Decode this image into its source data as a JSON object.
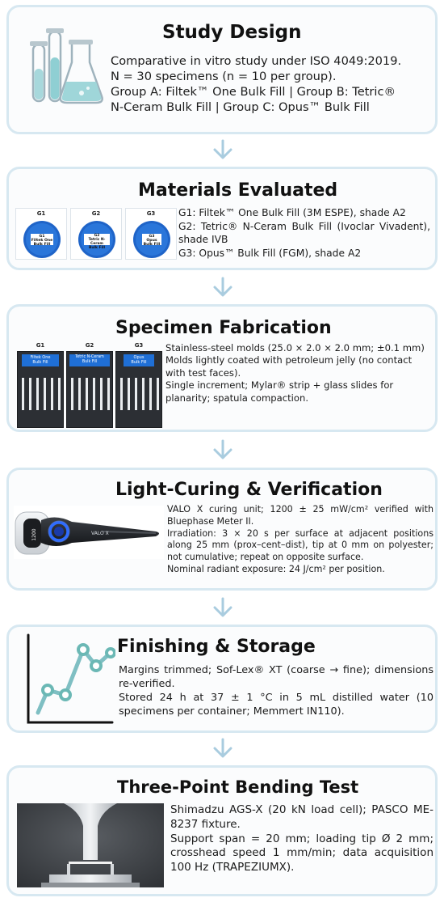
{
  "colors": {
    "panel_border": "#d7e8f1",
    "arrow": "#a9ccdf",
    "icon_teal": "#7fbfc3",
    "chart_teal": "#6bb8b5",
    "jar_blue": "#1f64c8"
  },
  "study_design": {
    "title": "Study Design",
    "icon": "test-tubes-and-flask-icon",
    "lines": [
      "Comparative in vitro study under ISO 4049:2019.",
      "N = 30 specimens (n = 10 per group).",
      "Group A: Filtek™ One Bulk Fill | Group B: Tetric®",
      "N-Ceram Bulk Fill | Group C: Opus™ Bulk Fill"
    ]
  },
  "materials": {
    "title": "Materials Evaluated",
    "jars": [
      {
        "tag": "G1",
        "label_line1": "G1",
        "label_line2": "Filtek One",
        "label_line3": "Bulk Fill"
      },
      {
        "tag": "G2",
        "label_line1": "G2",
        "label_line2": "Tetric N-Ceram",
        "label_line3": "Bulk Fill"
      },
      {
        "tag": "G3",
        "label_line1": "G3",
        "label_line2": "Opus",
        "label_line3": "Bulk Fill"
      }
    ],
    "lines": [
      "G1: Filtek™ One Bulk Fill (3M ESPE), shade A2",
      "G2: Tetric® N-Ceram Bulk Fill (Ivoclar Vivadent), shade IVB",
      "G3: Opus™ Bulk Fill (FGM), shade A2"
    ]
  },
  "fabrication": {
    "title": "Specimen Fabrication",
    "molds": [
      {
        "tag": "G1",
        "label_line1": "Filtek One",
        "label_line2": "Bulk Fill"
      },
      {
        "tag": "G2",
        "label_line1": "Tetric N-Ceram",
        "label_line2": "Bulk Fill"
      },
      {
        "tag": "G3",
        "label_line1": "Opus",
        "label_line2": "Bulk Fill"
      }
    ],
    "lines": [
      "Stainless-steel molds (25.0 × 2.0 × 2.0 mm; ±0.1 mm)",
      "Molds lightly coated with petroleum jelly (no contact with test faces).",
      "Single increment; Mylar® strip + glass slides for planarity; spatula compaction."
    ]
  },
  "curing": {
    "title": "Light-Curing & Verification",
    "device_label": "VALO X",
    "lines": [
      "VALO X curing unit; 1200 ± 25 mW/cm² verified with Bluephase Meter II.",
      "Irradiation: 3 × 20 s per surface at adjacent positions along 25 mm (prox–cent–dist), tip at 0 mm on polyester; not cumulative; repeat on opposite surface.",
      "Nominal radiant exposure: 24 J/cm² per position."
    ]
  },
  "finishing": {
    "title": "Finishing & Storage",
    "icon": "line-chart-icon",
    "lines": [
      "Margins trimmed; Sof-Lex® XT (coarse → fine); dimensions re-verified.",
      "Stored 24 h at 37 ± 1 °C in 5 mL distilled water (10 specimens per container; Memmert IN110)."
    ]
  },
  "bending": {
    "title": "Three-Point Bending Test",
    "lines": [
      "Shimadzu AGS-X (20 kN load cell); PASCO ME-8237 fixture.",
      "Support span = 20 mm; loading tip Ø 2 mm; crosshead speed 1 mm/min; data acquisition 100 Hz (TRAPEZIUMX)."
    ]
  }
}
